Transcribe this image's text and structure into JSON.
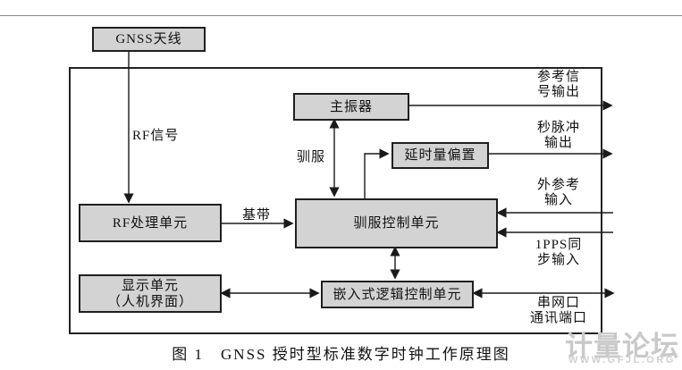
{
  "figure": {
    "caption": "图 1　GNSS 授时型标准数字时钟工作原理图"
  },
  "blocks": {
    "antenna": {
      "label": "GNSS天线"
    },
    "oscillator": {
      "label": "主振器"
    },
    "delay_offset": {
      "label": "延时量偏置"
    },
    "rf_unit": {
      "label": "RF处理单元"
    },
    "discipline_unit": {
      "label": "驯服控制单元"
    },
    "display_unit": {
      "line1": "显示单元",
      "line2": "（人机界面）"
    },
    "logic_unit": {
      "label": "嵌入式逻辑控制单元"
    }
  },
  "edge_labels": {
    "rf_signal": "RF信号",
    "baseband": "基带",
    "discipline": "驯服"
  },
  "ports": [
    {
      "id": "ref-signal-output",
      "line1": "参考信",
      "line2": "号输出",
      "direction": "output"
    },
    {
      "id": "pps-output",
      "line1": "秒脉冲",
      "line2": "输出",
      "direction": "output"
    },
    {
      "id": "ext-ref-input",
      "line1": "外参考",
      "line2": "输入",
      "direction": "input"
    },
    {
      "id": "pps-sync-input",
      "line1": "1PPS同",
      "line2": "步输入",
      "direction": "input"
    },
    {
      "id": "serial-net-port",
      "line1": "串网口",
      "line2": "通讯端口",
      "direction": "bidirectional"
    }
  ],
  "watermark": {
    "title": "计量论坛",
    "url": "WWW.GFJL.ORG"
  },
  "colors": {
    "box_fill": "#d3d3d3",
    "box_border": "#1f1f1f",
    "line": "#1a1a1a",
    "watermark": "#c9c9c9"
  }
}
